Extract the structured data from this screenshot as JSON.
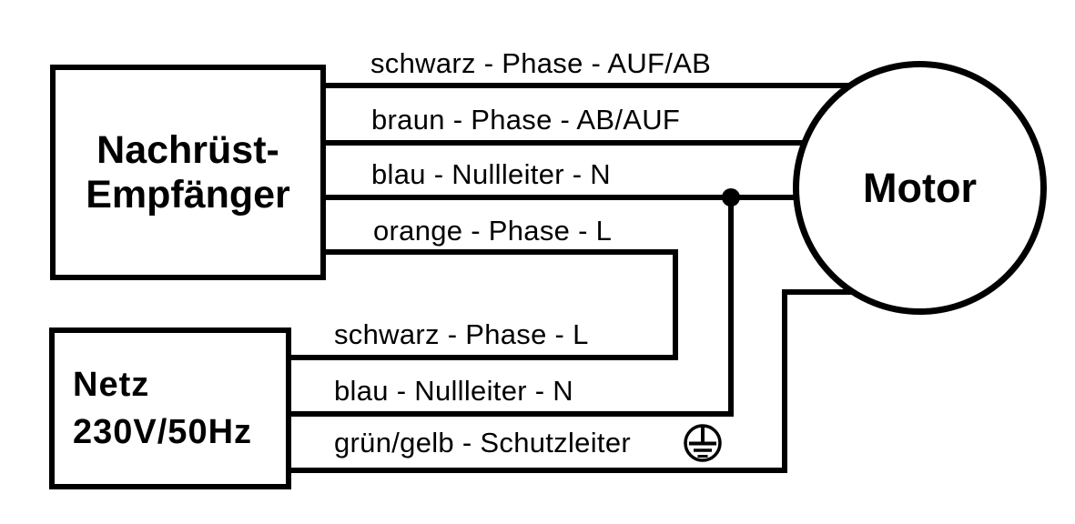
{
  "canvas": {
    "background": "#ffffff",
    "ink": "#000000"
  },
  "receiver_box": {
    "lines": [
      "Nachrüst-",
      "Empfänger"
    ]
  },
  "mains_box": {
    "lines": [
      "Netz",
      "230V/50Hz"
    ]
  },
  "motor": {
    "label": "Motor"
  },
  "wires": [
    {
      "label": "schwarz - Phase - AUF/AB"
    },
    {
      "label": "braun - Phase - AB/AUF"
    },
    {
      "label": "blau - Nullleiter - N"
    },
    {
      "label": "orange - Phase - L"
    },
    {
      "label": "schwarz - Phase - L"
    },
    {
      "label": "blau - Nullleiter - N"
    },
    {
      "label": "grün/gelb - Schutzleiter"
    }
  ],
  "icons": {
    "protective_earth": "⏚"
  }
}
